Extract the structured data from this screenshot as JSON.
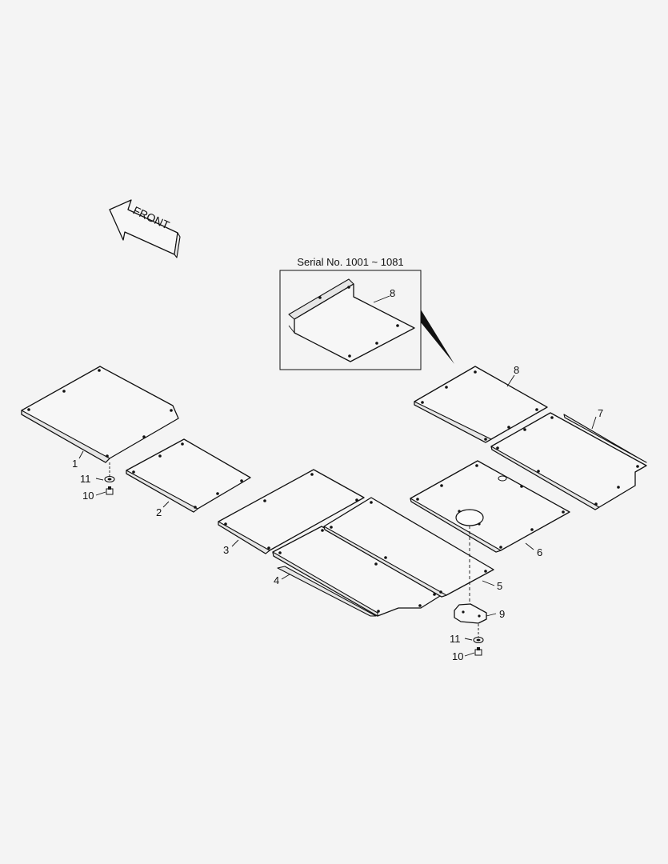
{
  "diagram": {
    "front_label": "FRONT",
    "inset_caption": "Serial No. 1001 ~ 1081",
    "callouts": {
      "p1": "1",
      "p2": "2",
      "p3": "3",
      "p4": "4",
      "p5": "5",
      "p6": "6",
      "p7": "7",
      "p8": "8",
      "p8_inset": "8",
      "p9": "9",
      "p10_left": "10",
      "p11_left": "11",
      "p10_right": "10",
      "p11_right": "11"
    }
  }
}
